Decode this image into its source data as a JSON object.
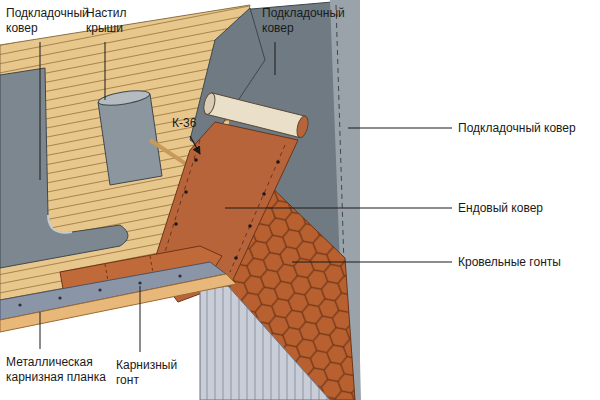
{
  "diagram": {
    "labels": [
      "Подкладочный ковер",
      "Настил крыши",
      "Подкладочный ковер",
      "К-36",
      "Подкладочный ковер",
      "Ендовый ковер",
      "Кровельные гонты",
      "Металлическая карнизная планка",
      "Карнизный гонт"
    ]
  }
}
